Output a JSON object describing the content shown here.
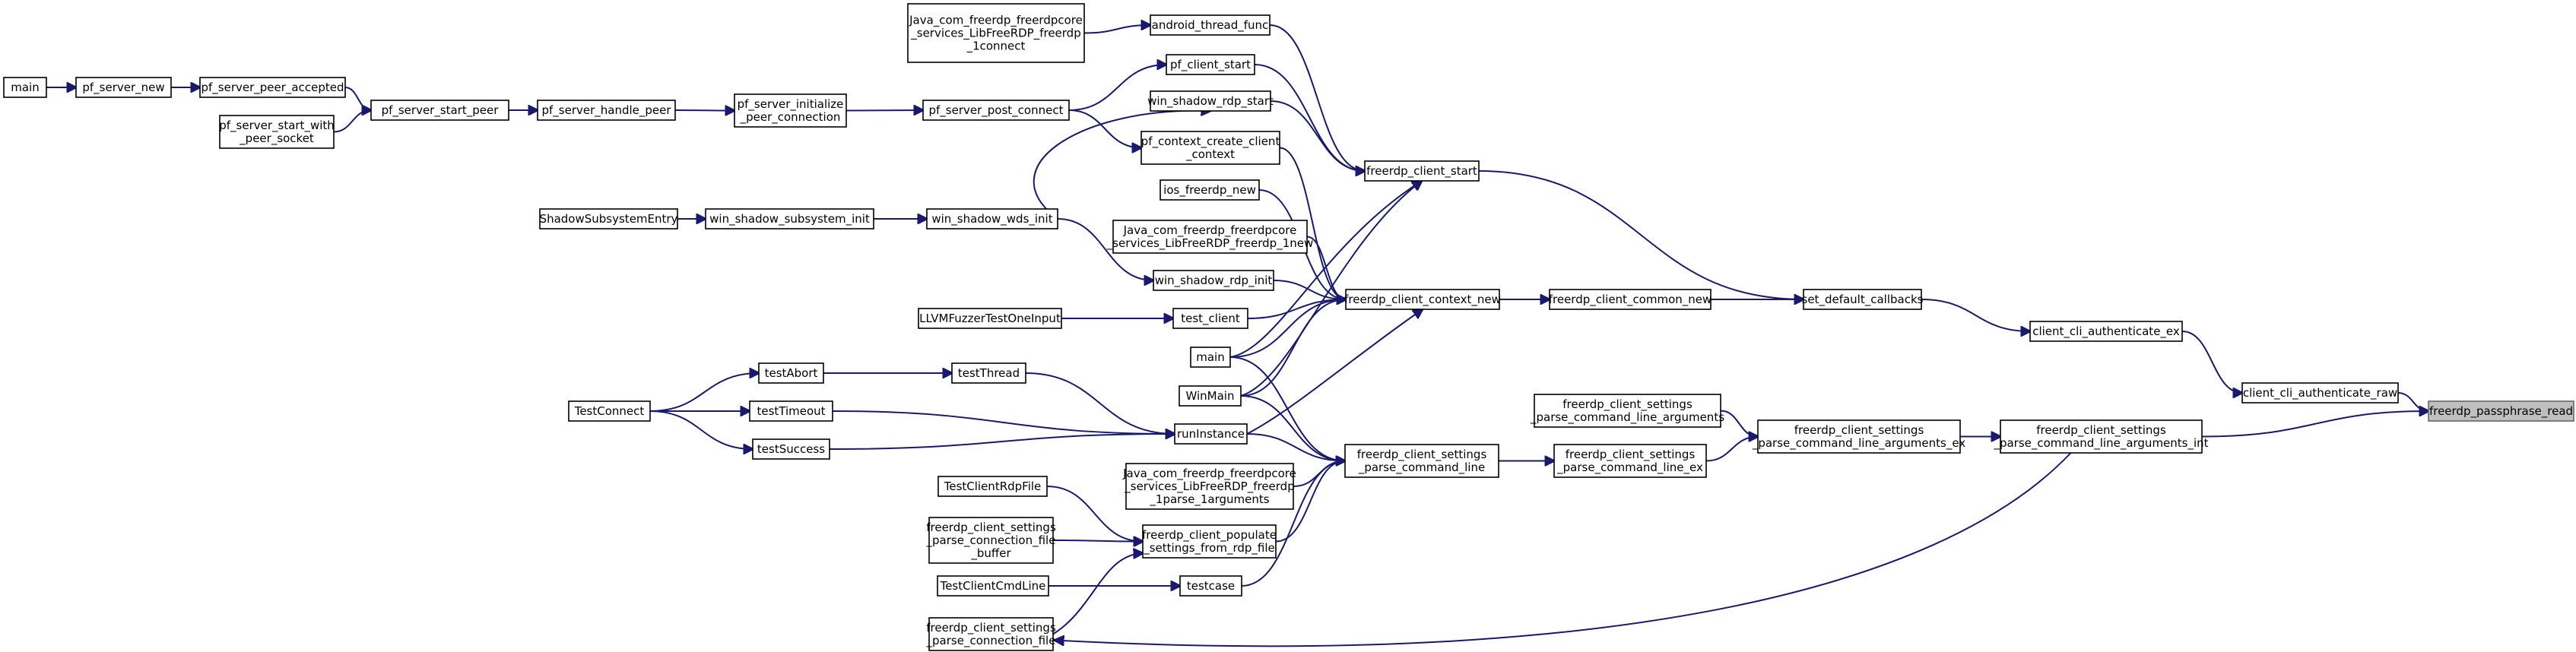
{
  "nodes": {
    "freerdp_passphrase_read": [
      "freerdp_passphrase_read"
    ],
    "client_cli_authenticate_raw": [
      "client_cli_authenticate_raw"
    ],
    "freerdp_client_settings_parse_command_line_arguments_int": [
      "freerdp_client_settings",
      "_parse_command_line_arguments_int"
    ],
    "client_cli_authenticate_ex": [
      "client_cli_authenticate_ex"
    ],
    "set_default_callbacks": [
      "set_default_callbacks"
    ],
    "freerdp_client_settings_parse_command_line_arguments_ex": [
      "freerdp_client_settings",
      "_parse_command_line_arguments_ex"
    ],
    "freerdp_client_settings_parse_connection_file": [
      "freerdp_client_settings",
      "_parse_connection_file"
    ],
    "freerdp_client_start": [
      "freerdp_client_start"
    ],
    "freerdp_client_common_new": [
      "freerdp_client_common_new"
    ],
    "freerdp_client_settings_parse_command_line_arguments": [
      "freerdp_client_settings",
      "_parse_command_line_arguments"
    ],
    "freerdp_client_settings_parse_command_line_ex": [
      "freerdp_client_settings",
      "_parse_command_line_ex"
    ],
    "freerdp_client_context_new": [
      "freerdp_client_context_new"
    ],
    "freerdp_client_settings_parse_command_line": [
      "freerdp_client_settings",
      "_parse_command_line"
    ],
    "android_thread_func": [
      "android_thread_func"
    ],
    "pf_client_start": [
      "pf_client_start"
    ],
    "win_shadow_rdp_start": [
      "win_shadow_rdp_start"
    ],
    "pf_context_create_client_context": [
      "pf_context_create_client",
      "_context"
    ],
    "ios_freerdp_new": [
      "ios_freerdp_new"
    ],
    "java_freerdp_new": [
      "Java_com_freerdp_freerdpcore",
      "_services_LibFreeRDP_freerdp_1new"
    ],
    "win_shadow_rdp_init": [
      "win_shadow_rdp_init"
    ],
    "test_client": [
      "test_client"
    ],
    "main_mid": [
      "main"
    ],
    "WinMain": [
      "WinMain"
    ],
    "runInstance": [
      "runInstance"
    ],
    "java_parse_arguments": [
      "Java_com_freerdp_freerdpcore",
      "_services_LibFreeRDP_freerdp",
      "_1parse_1arguments"
    ],
    "freerdp_client_populate_settings_from_rdp_file": [
      "freerdp_client_populate",
      "_settings_from_rdp_file"
    ],
    "testcase": [
      "testcase"
    ],
    "java_freerdp_connect": [
      "Java_com_freerdp_freerdpcore",
      "_services_LibFreeRDP_freerdp",
      "_1connect"
    ],
    "pf_server_post_connect": [
      "pf_server_post_connect"
    ],
    "win_shadow_wds_init": [
      "win_shadow_wds_init"
    ],
    "LLVMFuzzerTestOneInput": [
      "LLVMFuzzerTestOneInput"
    ],
    "testThread": [
      "testThread"
    ],
    "testAbort": [
      "testAbort"
    ],
    "testTimeout": [
      "testTimeout"
    ],
    "testSuccess": [
      "testSuccess"
    ],
    "TestClientRdpFile": [
      "TestClientRdpFile"
    ],
    "freerdp_client_settings_parse_connection_file_buffer": [
      "freerdp_client_settings",
      "_parse_connection_file",
      "_buffer"
    ],
    "TestClientCmdLine": [
      "TestClientCmdLine"
    ],
    "pf_server_initialize_peer_connection": [
      "pf_server_initialize",
      "_peer_connection"
    ],
    "win_shadow_subsystem_init": [
      "win_shadow_subsystem_init"
    ],
    "TestConnect": [
      "TestConnect"
    ],
    "pf_server_handle_peer": [
      "pf_server_handle_peer"
    ],
    "ShadowSubsystemEntry": [
      "ShadowSubsystemEntry"
    ],
    "pf_server_start_peer": [
      "pf_server_start_peer"
    ],
    "pf_server_peer_accepted": [
      "pf_server_peer_accepted"
    ],
    "pf_server_start_with_peer_socket": [
      "pf_server_start_with",
      "_peer_socket"
    ],
    "pf_server_new": [
      "pf_server_new"
    ],
    "main_left": [
      "main"
    ]
  }
}
